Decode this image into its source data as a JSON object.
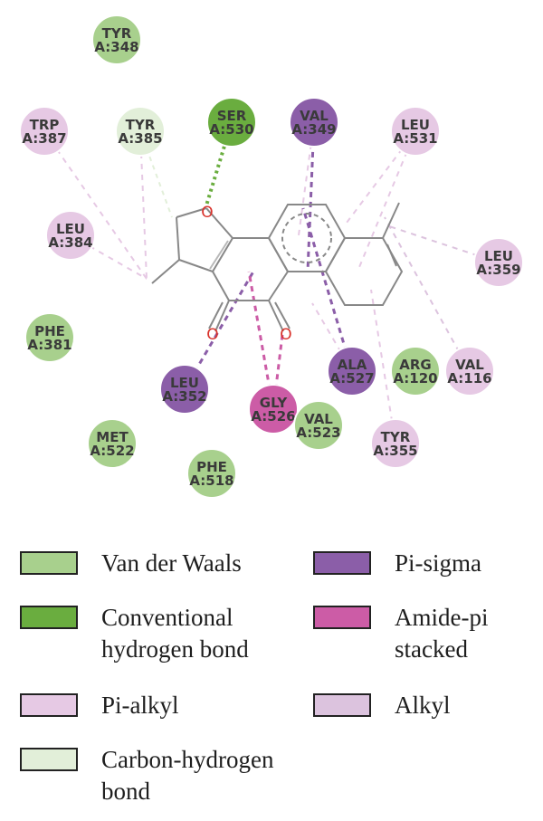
{
  "colors": {
    "van_der_waals": "#a8d08d",
    "conventional_hbond": "#6aad3f",
    "pi_alkyl": "#e6c9e4",
    "carbon_hbond": "#e2efd9",
    "pi_sigma": "#8b5ea8",
    "amide_pi": "#cc5ca6",
    "alkyl": "#dcc3de",
    "oxygen": "#d9322b"
  },
  "residues": [
    {
      "id": "tyr348",
      "name": "TYR",
      "num": "A:348",
      "type": "van_der_waals"
    },
    {
      "id": "trp387",
      "name": "TRP",
      "num": "A:387",
      "type": "pi_alkyl"
    },
    {
      "id": "tyr385",
      "name": "TYR",
      "num": "A:385",
      "type": "carbon_hbond"
    },
    {
      "id": "ser530",
      "name": "SER",
      "num": "A:530",
      "type": "conventional_hbond"
    },
    {
      "id": "val349",
      "name": "VAL",
      "num": "A:349",
      "type": "pi_sigma"
    },
    {
      "id": "leu531",
      "name": "LEU",
      "num": "A:531",
      "type": "pi_alkyl"
    },
    {
      "id": "leu384",
      "name": "LEU",
      "num": "A:384",
      "type": "pi_alkyl"
    },
    {
      "id": "leu359",
      "name": "LEU",
      "num": "A:359",
      "type": "pi_alkyl"
    },
    {
      "id": "phe381",
      "name": "PHE",
      "num": "A:381",
      "type": "van_der_waals"
    },
    {
      "id": "leu352",
      "name": "LEU",
      "num": "A:352",
      "type": "pi_sigma"
    },
    {
      "id": "ala527",
      "name": "ALA",
      "num": "A:527",
      "type": "pi_sigma"
    },
    {
      "id": "arg120",
      "name": "ARG",
      "num": "A:120",
      "type": "van_der_waals"
    },
    {
      "id": "val116",
      "name": "VAL",
      "num": "A:116",
      "type": "pi_alkyl"
    },
    {
      "id": "gly526",
      "name": "GLY",
      "num": "A:526",
      "type": "amide_pi"
    },
    {
      "id": "val523",
      "name": "VAL",
      "num": "A:523",
      "type": "van_der_waals"
    },
    {
      "id": "met522",
      "name": "MET",
      "num": "A:522",
      "type": "van_der_waals"
    },
    {
      "id": "tyr355",
      "name": "TYR",
      "num": "A:355",
      "type": "pi_alkyl"
    },
    {
      "id": "phe518",
      "name": "PHE",
      "num": "A:518",
      "type": "van_der_waals"
    }
  ],
  "interactions": [
    {
      "residue": "ser530",
      "type": "conventional_hbond"
    },
    {
      "residue": "tyr385",
      "type": "carbon_hbond"
    },
    {
      "residue": "trp387",
      "type": "pi_alkyl"
    },
    {
      "residue": "leu384",
      "type": "pi_alkyl"
    },
    {
      "residue": "tyr385",
      "type": "pi_alkyl"
    },
    {
      "residue": "val349",
      "type": "pi_alkyl"
    },
    {
      "residue": "val349",
      "type": "pi_sigma"
    },
    {
      "residue": "leu531",
      "type": "pi_alkyl"
    },
    {
      "residue": "leu531",
      "type": "pi_alkyl"
    },
    {
      "residue": "leu359",
      "type": "alkyl"
    },
    {
      "residue": "val116",
      "type": "alkyl"
    },
    {
      "residue": "ala527",
      "type": "pi_alkyl"
    },
    {
      "residue": "ala527",
      "type": "pi_sigma"
    },
    {
      "residue": "leu352",
      "type": "pi_sigma"
    },
    {
      "residue": "gly526",
      "type": "amide_pi"
    },
    {
      "residue": "gly526",
      "type": "amide_pi"
    },
    {
      "residue": "tyr355",
      "type": "pi_alkyl"
    }
  ],
  "ligand": {
    "oxygen_label": "O"
  },
  "legend": {
    "van_der_waals": "Van der Waals",
    "conventional_hbond_line1": "Conventional",
    "conventional_hbond_line2": "hydrogen bond",
    "pi_alkyl": "Pi-alkyl",
    "carbon_hbond_line1": "Carbon-hydrogen",
    "carbon_hbond_line2": "bond",
    "pi_sigma": "Pi-sigma",
    "amide_pi_line1": "Amide-pi",
    "amide_pi_line2": "stacked",
    "alkyl": "Alkyl"
  }
}
